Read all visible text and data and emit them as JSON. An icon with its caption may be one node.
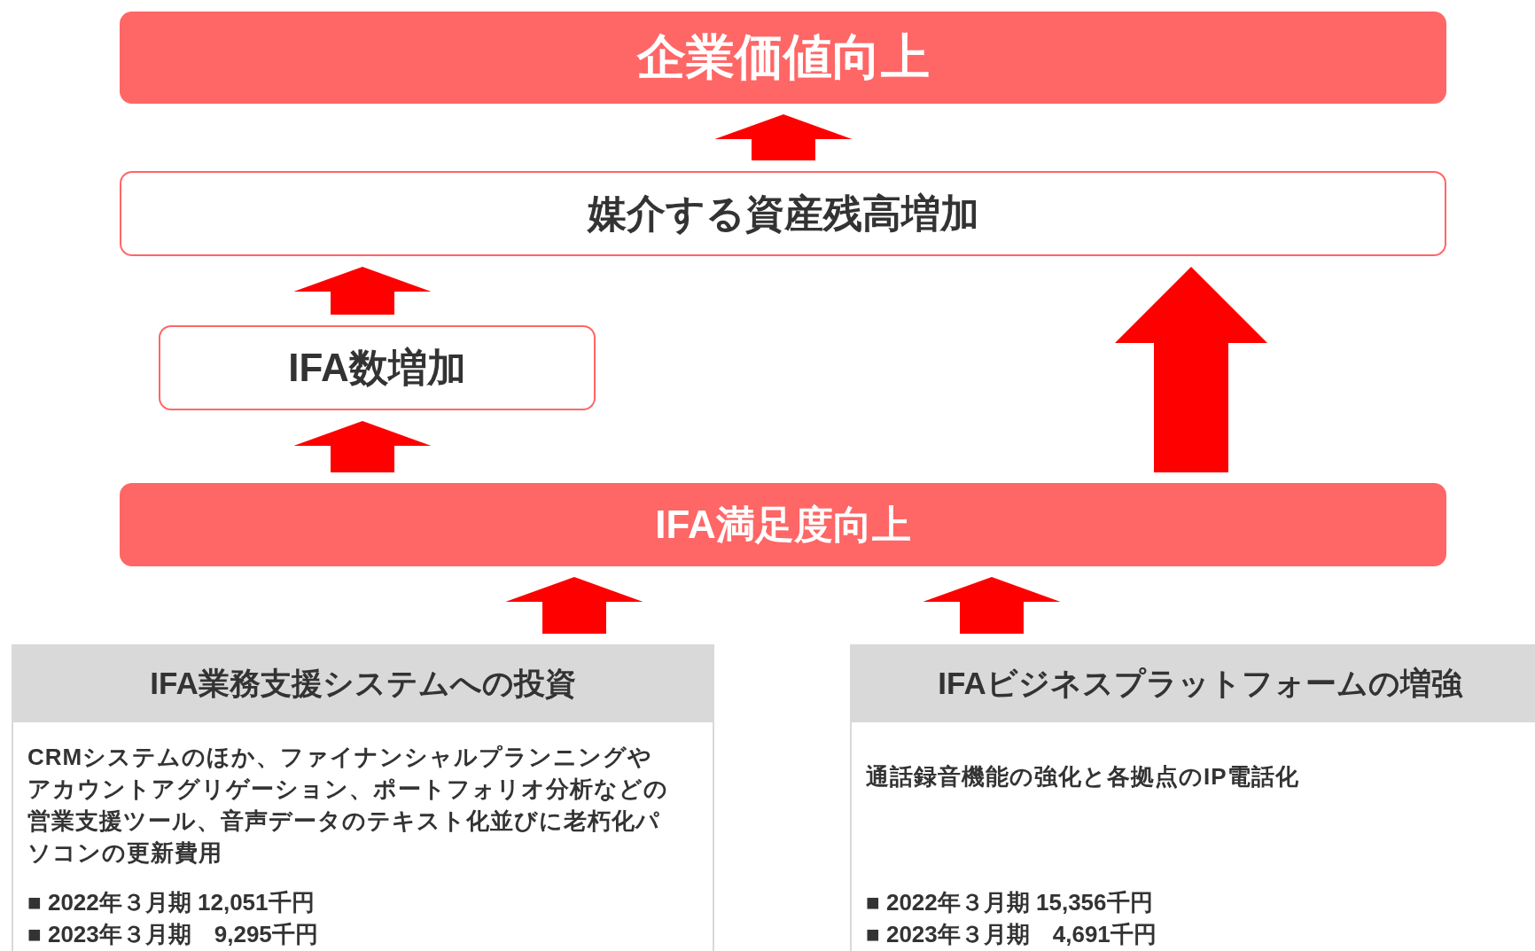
{
  "diagram": {
    "nodes": [
      {
        "text": [
          "企業価値向上"
        ]
      },
      {
        "text": [
          "媒介する資産残高増加"
        ]
      },
      {
        "text": [
          "IFA数増加"
        ]
      },
      {
        "text": [
          "IFA満足度向上"
        ]
      },
      {
        "text": [
          "IFA業務支援システムへの投資",
          "CRMシステムのほか、ファイナンシャルプランニングやアカウントアグリゲーション、ポートフォリオ分析などの営業支援ツール、音声データのテキスト化並びに老朽化パソコンの更新費用",
          "■ 2022年３月期 12,051千円",
          "■ 2023年３月期　9,295千円"
        ]
      },
      {
        "text": [
          "IFAビジネスプラットフォームの増強",
          "通話録音機能の強化と各拠点のIP電話化",
          "■ 2022年３月期 15,356千円",
          "■ 2023年３月期　4,691千円"
        ]
      }
    ],
    "edges": [
      {
        "from": 1,
        "to": 0,
        "arrow": "to"
      },
      {
        "from": 2,
        "to": 1,
        "arrow": "to"
      },
      {
        "from": 3,
        "to": 2,
        "arrow": "to"
      },
      {
        "from": 3,
        "to": 1,
        "arrow": "to"
      },
      {
        "from": 4,
        "to": 3,
        "arrow": "to"
      },
      {
        "from": 5,
        "to": 3,
        "arrow": "to"
      }
    ]
  }
}
